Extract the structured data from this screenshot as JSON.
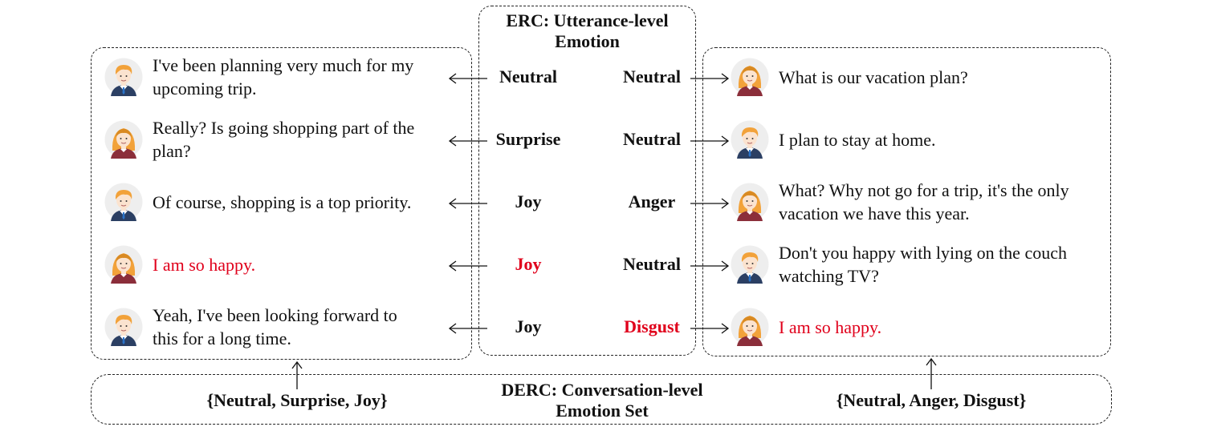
{
  "erc_title": [
    "ERC: Utterance-level",
    "Emotion"
  ],
  "derc_title": [
    "DERC: Conversation-level",
    "Emotion Set"
  ],
  "left_dialogue": [
    {
      "speaker": "male",
      "lines": [
        "I've been planning very much for my",
        "upcoming trip."
      ],
      "emotion": "Neutral",
      "highlight": false
    },
    {
      "speaker": "female",
      "lines": [
        "Really? Is going shopping part of the",
        "plan?"
      ],
      "emotion": "Surprise",
      "highlight": false
    },
    {
      "speaker": "male",
      "lines": [
        "Of course, shopping is a top priority."
      ],
      "emotion": "Joy",
      "highlight": false
    },
    {
      "speaker": "female",
      "lines": [
        "I am so happy."
      ],
      "emotion": "Joy",
      "highlight": true
    },
    {
      "speaker": "male",
      "lines": [
        "Yeah, I've been looking forward to",
        "this for a long time."
      ],
      "emotion": "Joy",
      "highlight": false
    }
  ],
  "right_dialogue": [
    {
      "speaker": "female",
      "lines": [
        "What is our vacation plan?"
      ],
      "emotion": "Neutral",
      "highlight": false
    },
    {
      "speaker": "male",
      "lines": [
        "I plan to stay at home."
      ],
      "emotion": "Neutral",
      "highlight": false
    },
    {
      "speaker": "female",
      "lines": [
        "What? Why not go for a trip, it's the only",
        "vacation we have this year."
      ],
      "emotion": "Anger",
      "highlight": false
    },
    {
      "speaker": "male",
      "lines": [
        "Don't you happy with lying on the couch",
        "watching TV?"
      ],
      "emotion": "Neutral",
      "highlight": false
    },
    {
      "speaker": "female",
      "lines": [
        "I am so happy."
      ],
      "emotion": "Disgust",
      "highlight": true
    }
  ],
  "left_emotion_set": "{Neutral, Surprise, Joy}",
  "right_emotion_set": "{Neutral, Anger, Disgust}",
  "colors": {
    "highlight": "#e0001b",
    "border": "#222222"
  }
}
